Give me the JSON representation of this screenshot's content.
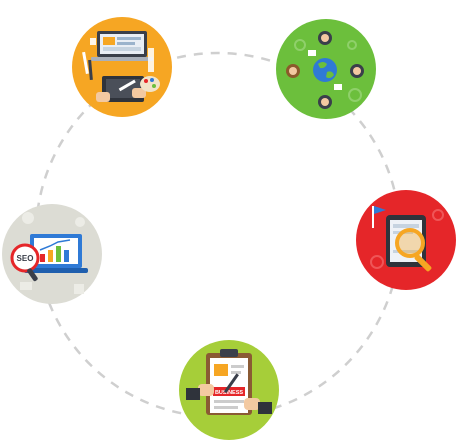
{
  "colors": {
    "ring": "#cfcfcf",
    "orange": "#f6a623",
    "green": "#6cbf3c",
    "red": "#e52629",
    "lime": "#a6ce39",
    "grey": "#dcdcd4"
  },
  "icons": [
    {
      "name": "design-workspace-icon",
      "color": "orange"
    },
    {
      "name": "global-team-meeting-icon",
      "color": "green"
    },
    {
      "name": "tablet-search-icon",
      "color": "red"
    },
    {
      "name": "business-clipboard-icon",
      "color": "lime"
    },
    {
      "name": "seo-analytics-icon",
      "color": "grey"
    }
  ],
  "labels": {
    "seo": "SEO",
    "business": "BUSINESS"
  }
}
